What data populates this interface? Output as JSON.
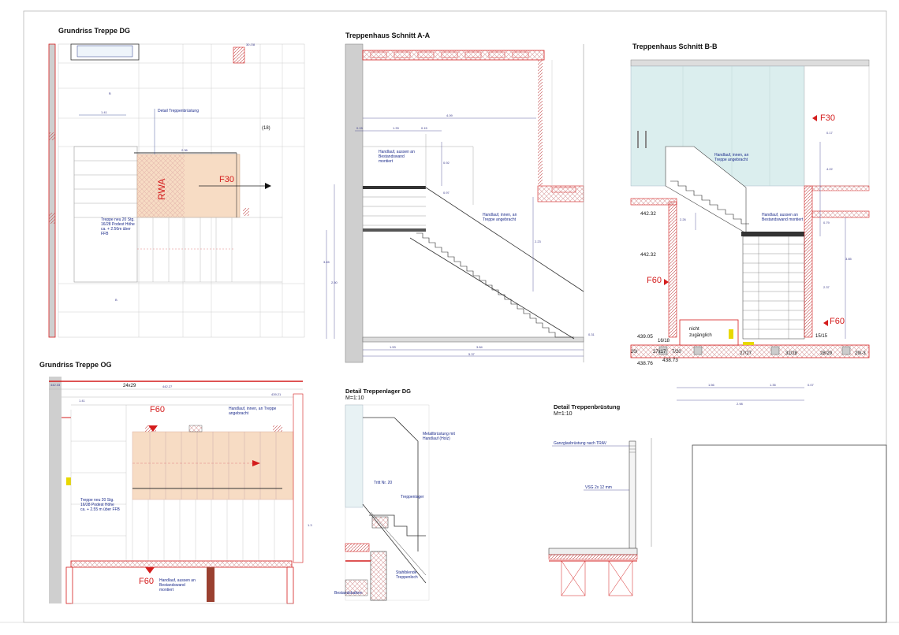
{
  "sheet": {
    "views": {
      "dg": {
        "title": "Grundriss Treppe DG",
        "fire_label": "F30",
        "rwa_label": "RWA",
        "room_number": "(18)",
        "note_detail": "Detail Treppenbrüstung",
        "note_stair": "Treppe neu 20 Stg. 16/28 Podest Höhe ca. + 2.56m über FFB",
        "label_b1": "B",
        "label_b2": "B",
        "dim_141": "1.41",
        "dim_236": "2.36",
        "dim_b1": "30 /28"
      },
      "og": {
        "title": "Grundriss Treppe OG",
        "fire_label": "F60",
        "fire_label_2": "F60",
        "note_handlauf_inner": "Handlauf, innen, an Treppe angebracht",
        "note_handlauf_outer": "Handlauf, aussen an Bestandswand montiert",
        "note_stair": "Treppe neu 20 Stg. 16/28 Podest Höhe ca. + 2.55 m über FFB",
        "dim_24x29": "24x29",
        "dim_442_33": "442.33",
        "dim_442_27": "442.27",
        "dim_439_21": "439.21",
        "dim_141": "1.41",
        "dim_13": "1.3"
      },
      "aa": {
        "title": "Treppenhaus Schnitt A-A",
        "note_outer": "Handlauf, aussen an Bestandswand montiert",
        "note_inner": "Handlauf, innen, an Treppe angebracht",
        "dim_409": "4.09",
        "dim_015a": "0.15",
        "dim_133": "1.33",
        "dim_015b": "0.15",
        "dim_092": "0.92",
        "dim_097": "0.97",
        "dim_223": "2.23",
        "dim_145": "3.45",
        "dim_250": "2.50",
        "dim_153": "1.53",
        "dim_384": "3.84",
        "dim_537": "5.37",
        "dim_031": "0.31"
      },
      "bb": {
        "title": "Treppenhaus Schnitt B-B",
        "fire_f30": "F30",
        "fire_f60a": "F60",
        "fire_f60b": "F60",
        "note_inner": "Handlauf, innen, an Treppe angebracht",
        "note_outer": "Handlauf, aussen an Bestandswand montiert",
        "nicht_zuganglich": "nicht zugänglich",
        "el_442_32a": "442.32",
        "el_442_32b": "442.32",
        "el_439_05": "439.05",
        "el_438_76": "438.76",
        "el_438_73": "438.73",
        "lbl_16_18": "16/18",
        "lbl_27_17": "27x17",
        "lbl_7_20": "7/20",
        "lbl_27_27": "27/27",
        "lbl_32_28": "32/28",
        "lbl_28_29": "28/29",
        "lbl_29_3": "29/-3",
        "lbl_15_15": "15/15",
        "lbl_20": "20/",
        "dim_156": "1.56",
        "dim_135": "1.35",
        "dim_007": "0.07",
        "dim_298": "2.98",
        "dim_226": "2.26",
        "dim_079": "0.79",
        "dim_237": "2.37",
        "dim_385": "3.85",
        "dim_422": "4.22",
        "dim_017": "0.17"
      },
      "detail_lager": {
        "title": "Detail Treppenlager DG",
        "scale": "M=1:10",
        "note_metal": "Metallbrüstung mit Handlauf (Holz)",
        "note_tritt": "Tritt Nr. 20",
        "note_lager": "Treppenlager",
        "note_stahl": "Stahlblende Treppenloch",
        "note_balken": "Bestandsbalken"
      },
      "detail_brust": {
        "title": "Detail Treppenbrüstung",
        "scale": "M=1:10",
        "note_glas": "Ganzglasbrüstung nach TRAV",
        "note_vsg": "VSG 2x 12 mm"
      }
    }
  },
  "colors": {
    "fire_red": "#d41c1c",
    "wall_red": "#d41c1c",
    "hatch_pink": "#f4c8b8",
    "stair_fill": "#f7dcc4",
    "glass_blue": "#dbeeee",
    "note_blue": "#1a2a8a",
    "line_grey": "#9a9a9a"
  }
}
